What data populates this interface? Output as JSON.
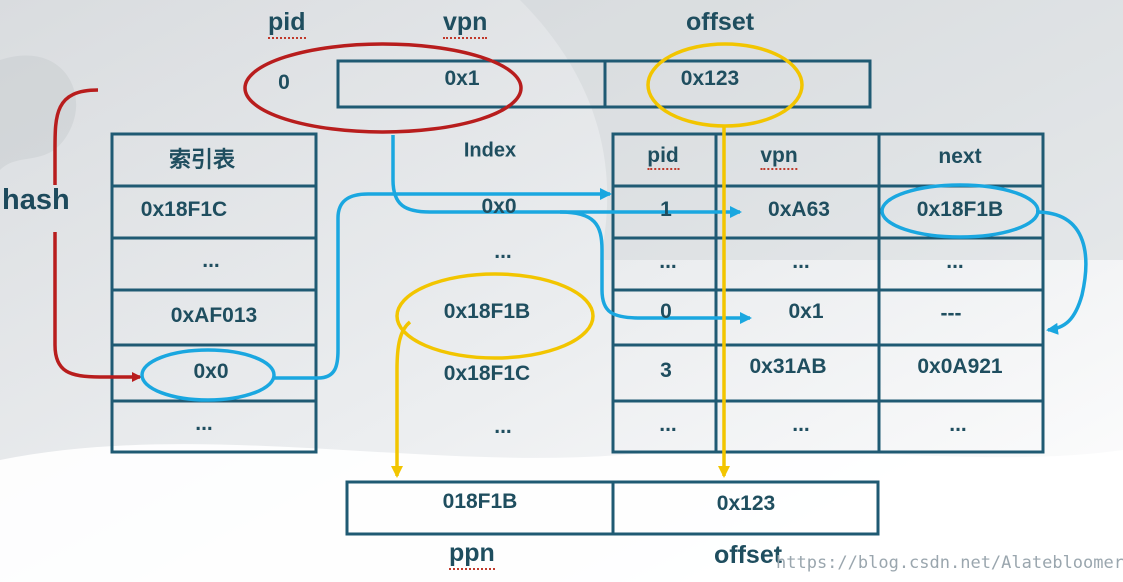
{
  "header": {
    "pid": "pid",
    "vpn": "vpn",
    "offset": "offset"
  },
  "virtual_address": {
    "pid": "0",
    "vpn": "0x1",
    "offset": "0x123"
  },
  "hash_label": "hash",
  "index_table": {
    "title": "索引表",
    "rows": [
      "0x18F1C",
      "...",
      "0xAF013",
      "0x0",
      "..."
    ]
  },
  "middle_column": {
    "index_label": "Index",
    "items": [
      "0x0",
      "...",
      "0x18F1B",
      "0x18F1C",
      "..."
    ]
  },
  "page_table": {
    "headers": [
      "pid",
      "vpn",
      "next"
    ],
    "rows": [
      [
        "1",
        "0xA63",
        "0x18F1B"
      ],
      [
        "...",
        "...",
        "..."
      ],
      [
        "0",
        "0x1",
        "---"
      ],
      [
        "3",
        "0x31AB",
        "0x0A921"
      ],
      [
        "...",
        "...",
        "..."
      ]
    ]
  },
  "physical_address": {
    "ppn": "018F1B",
    "offset": "0x123"
  },
  "footer": {
    "ppn": "ppn",
    "offset": "offset"
  },
  "watermark": "https://blog.csdn.net/Alatebloomer",
  "colors": {
    "table_border": "#1f5a73",
    "hash_arrow": "#b81d1d",
    "chain_arrow": "#1aa7e0",
    "ppn_arrow": "#f2c500"
  }
}
